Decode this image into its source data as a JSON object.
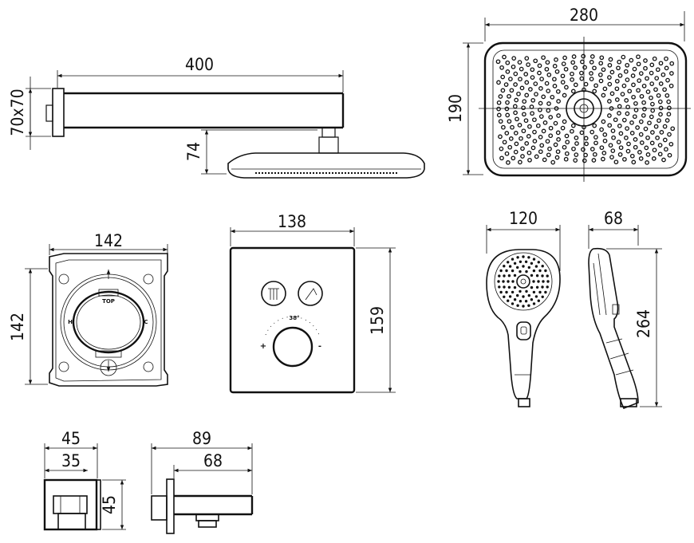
{
  "drawings": {
    "shower_arm": {
      "length": "400",
      "flange": "70x70",
      "drop": "74"
    },
    "shower_head": {
      "width": "280",
      "height": "190"
    },
    "mounting_box": {
      "width": "142",
      "height": "142",
      "top_label": "TOP",
      "hot_label": "H",
      "cold_label": "C"
    },
    "valve_plate": {
      "width": "138",
      "height": "159",
      "temp_label": "38°",
      "plus": "+",
      "minus": "-"
    },
    "hand_shower": {
      "width": "120"
    },
    "hand_shower_side": {
      "depth": "68",
      "length": "264"
    },
    "outlet": {
      "outer": "45",
      "inner": "35",
      "height": "45"
    },
    "spout": {
      "length": "89",
      "inner": "68"
    }
  }
}
